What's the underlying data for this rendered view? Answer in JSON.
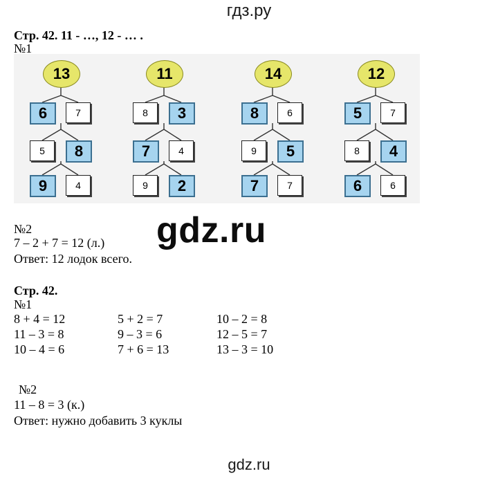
{
  "watermarks": {
    "top": "гдз.ру",
    "middle": "gdz.ru",
    "bottom": "gdz.ru"
  },
  "section1": {
    "header": "Стр. 42.  11 - …,  12 - … .",
    "task_label": "№1",
    "trees": [
      {
        "root": "13",
        "rows": [
          {
            "a": "6",
            "b": "7",
            "given": "left"
          },
          {
            "a": "5",
            "b": "8",
            "given": "right"
          },
          {
            "a": "9",
            "b": "4",
            "given": "left"
          }
        ]
      },
      {
        "root": "11",
        "rows": [
          {
            "a": "8",
            "b": "3",
            "given": "right"
          },
          {
            "a": "7",
            "b": "4",
            "given": "left"
          },
          {
            "a": "9",
            "b": "2",
            "given": "right"
          }
        ]
      },
      {
        "root": "14",
        "rows": [
          {
            "a": "8",
            "b": "6",
            "given": "left"
          },
          {
            "a": "9",
            "b": "5",
            "given": "right"
          },
          {
            "a": "7",
            "b": "7",
            "given": "left"
          }
        ]
      },
      {
        "root": "12",
        "rows": [
          {
            "a": "5",
            "b": "7",
            "given": "left"
          },
          {
            "a": "8",
            "b": "4",
            "given": "right"
          },
          {
            "a": "6",
            "b": "6",
            "given": "left"
          }
        ]
      }
    ],
    "task2_label": "№2",
    "task2_expr": "7 – 2 + 7 = 12 (л.)",
    "task2_answer": "Ответ: 12 лодок всего."
  },
  "section2": {
    "header": "Стр. 42.",
    "task_label": "№1",
    "equations": [
      [
        "8 + 4 = 12",
        "5 + 2 = 7",
        "10 – 2 = 8"
      ],
      [
        "11 – 3 = 8",
        "9 – 3 = 6",
        "12 – 5 = 7"
      ],
      [
        "10 – 4 = 6",
        "7 + 6 = 13",
        "13 – 3 = 10"
      ]
    ],
    "task2_label": "№2",
    "task2_expr": "11 – 8 = 3 (к.)",
    "task2_answer": "Ответ: нужно добавить 3 куклы"
  },
  "colors": {
    "root_fill": "#e6e66a",
    "given_cell_fill": "#a6d4ef",
    "answer_cell_fill": "#ffffff",
    "panel_bg": "#f3f3f3"
  }
}
